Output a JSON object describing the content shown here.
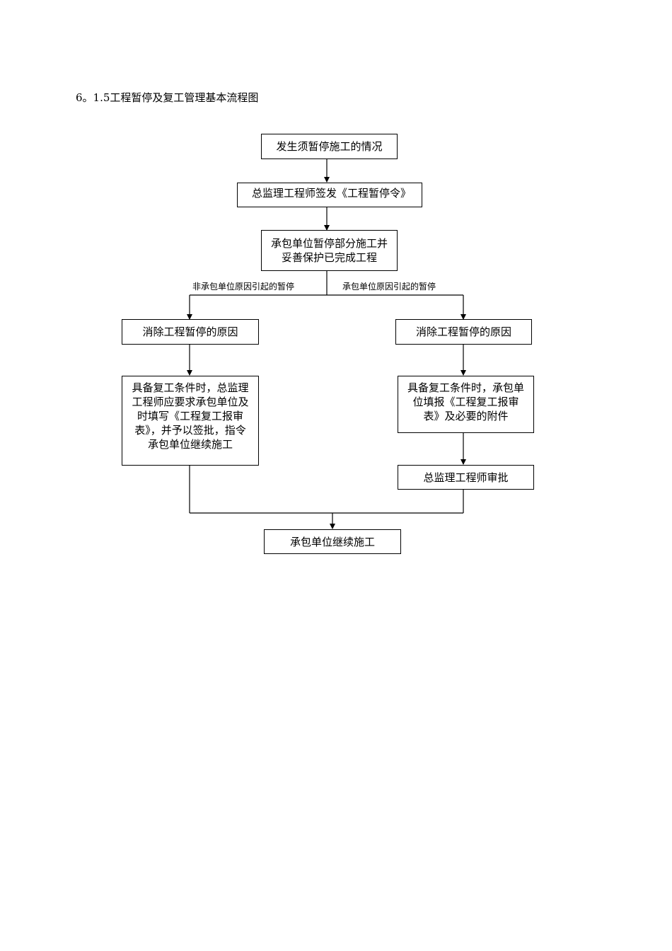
{
  "heading": "6。1.5工程暂停及复工管理基本流程图",
  "nodes": {
    "occurrence": "发生须暂停施工的情况",
    "chief_issue": "总监理工程师签发《工程暂停令》",
    "contractor_suspend": "承包单位暂停部分施工并妥善保护已完成工程",
    "eliminate_left": "消除工程暂停的原因",
    "eliminate_right": "消除工程暂停的原因",
    "left_conditions": "具备复工条件时，总监理工程师应要求承包单位及时填写《工程复工报审表》，并予以签批，指令承包单位继续施工",
    "right_conditions": "具备复工条件时，承包单位填报《工程复工报审表》及必要的附件",
    "chief_approve": "总监理工程师审批",
    "continue": "承包单位继续施工"
  },
  "edge_labels": {
    "left_branch": "非承包单位原因引起的暂停",
    "right_branch": "承包单位原因引起的暂停"
  },
  "colors": {
    "line": "#000000",
    "box_border": "#000000",
    "background": "#ffffff"
  }
}
